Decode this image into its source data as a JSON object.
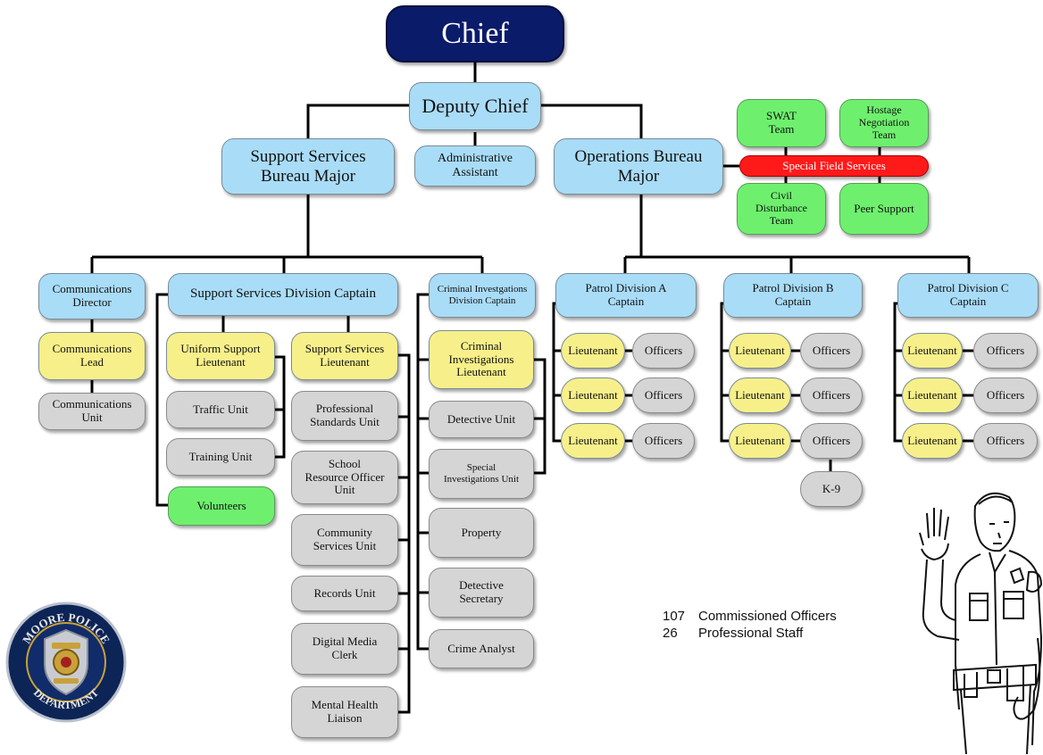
{
  "chief": "Chief",
  "deputy_chief": "Deputy Chief",
  "support_bureau": "Support Services\nBureau Major",
  "admin_assistant": "Administrative\nAssistant",
  "operations_bureau": "Operations Bureau\nMajor",
  "special_field": {
    "label": "Special Field Services",
    "swat": "SWAT\nTeam",
    "hostage": "Hostage\nNegotiation\nTeam",
    "civil": "Civil\nDisturbance\nTeam",
    "peer": "Peer Support"
  },
  "communications": {
    "director": "Communications\nDirector",
    "lead": "Communications\nLead",
    "unit": "Communications\nUnit"
  },
  "support_division": {
    "captain": "Support Services Division Captain",
    "uniform_lt": "Uniform Support\nLieutenant",
    "traffic": "Traffic Unit",
    "training": "Training Unit",
    "volunteers": "Volunteers",
    "services_lt": "Support Services\nLieutenant",
    "professional": "Professional\nStandards Unit",
    "sro": "School\nResource Officer\nUnit",
    "community": "Community\nServices Unit",
    "records": "Records Unit",
    "digital": "Digital Media\nClerk",
    "mental": "Mental Health\nLiaison"
  },
  "criminal": {
    "captain": "Criminal Investgations\nDivision Captain",
    "lt": "Criminal\nInvestigations\nLieutenant",
    "detective": "Detective Unit",
    "special": "Special\nInvestigations Unit",
    "property": "Property",
    "secretary": "Detective\nSecretary",
    "analyst": "Crime Analyst"
  },
  "patrol": {
    "a": "Patrol Division A\nCaptain",
    "b": "Patrol Division B\nCaptain",
    "c": "Patrol Division C\nCaptain",
    "lieutenant": "Lieutenant",
    "officers": "Officers",
    "k9": "K-9"
  },
  "stats": [
    {
      "num": "107",
      "label": "Commissioned Officers"
    },
    {
      "num": "26",
      "label": "Professional Staff"
    }
  ],
  "badge": {
    "top_text": "MOORE POLICE",
    "bottom_text": "DEPARTMENT",
    "colors": {
      "ring": "#10285a",
      "gold": "#c9a13a",
      "silver": "#c8ccd2"
    }
  }
}
